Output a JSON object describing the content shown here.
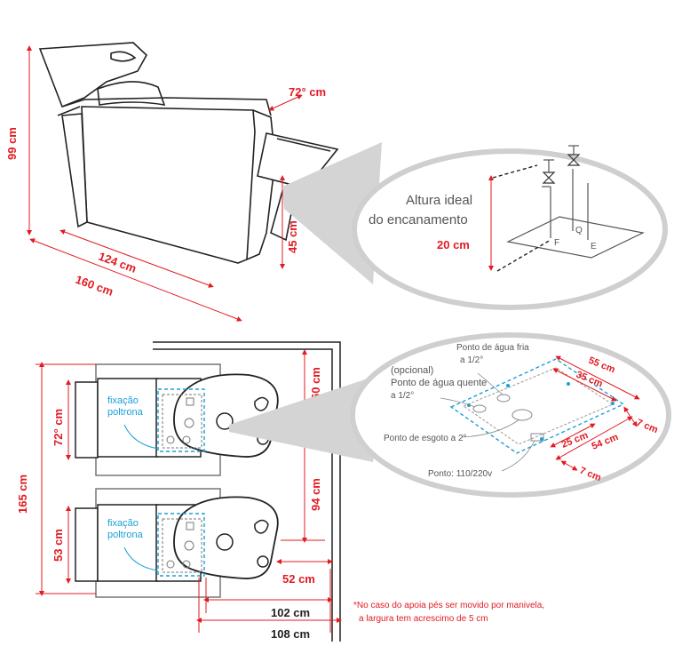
{
  "colors": {
    "dimension": "#e21b22",
    "outline": "#222222",
    "fixation": "#1aa0d8",
    "bubble": "#d4d4d4"
  },
  "top_view": {
    "dim_width": "72° cm",
    "dim_height": "99 cm",
    "dim_seat_height": "45 cm",
    "dim_length_inner": "124 cm",
    "dim_length_outer": "160 cm"
  },
  "plumbing": {
    "label_line1": "Altura ideal",
    "label_line2": "do encanamento",
    "height": "20 cm",
    "letter_f": "F",
    "letter_q": "Q",
    "letter_e": "E"
  },
  "plan": {
    "dim_total_depth": "165 cm",
    "dim_width_top": "72° cm",
    "dim_width_bottom": "53 cm",
    "dim_wall_top": "60 cm",
    "dim_gap": "94 cm",
    "dim_wall_side": "52 cm",
    "dim_102": "102 cm",
    "dim_108": "108 cm",
    "fix_label_line1": "fixação",
    "fix_label_line2": "poltrona"
  },
  "detail": {
    "cold_line1": "Ponto de água fria",
    "cold_line2": "a 1/2°",
    "hot_line1": "(opcional)",
    "hot_line2": "Ponto de água quente",
    "hot_line3": "a 1/2°",
    "drain": "Ponto de esgoto a 2°",
    "power": "Ponto: 110/220v",
    "dim_55": "55 cm",
    "dim_35": "35 cm",
    "dim_7a": "7 cm",
    "dim_25": "25 cm",
    "dim_54": "54 cm",
    "dim_7b": "7 cm"
  },
  "note": {
    "line1": "*No caso do apoia pés ser movido por manivela,",
    "line2": "a largura tem acrescimo de 5 cm"
  }
}
